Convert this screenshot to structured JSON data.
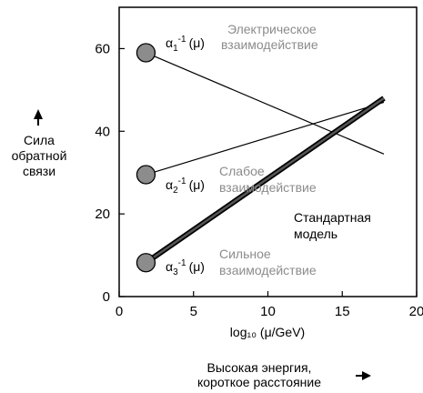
{
  "chart_data": {
    "type": "line",
    "xlabel": "log₁₀ (μ/GeV)",
    "ylabel_lines": [
      "Сила",
      "обратной",
      "связи"
    ],
    "xlim": [
      0,
      20
    ],
    "ylim": [
      0,
      70
    ],
    "x_ticks": [
      0,
      5,
      10,
      15,
      20
    ],
    "y_ticks": [
      0,
      20,
      40,
      60
    ],
    "series": [
      {
        "name": "α₁⁻¹ (μ)",
        "x": [
          1.8,
          17.8
        ],
        "y": [
          59,
          34.5
        ],
        "style": "thin",
        "color": "#000000"
      },
      {
        "name": "α₂⁻¹ (μ)",
        "x": [
          1.8,
          17.8
        ],
        "y": [
          29.5,
          47
        ],
        "style": "thin",
        "color": "#000000"
      },
      {
        "name": "α₃⁻¹ (μ)",
        "x": [
          1.8,
          17.8
        ],
        "y": [
          8.2,
          48
        ],
        "style": "thick",
        "color": "#555555"
      }
    ],
    "annotations": [
      {
        "lines": [
          "Электрическое",
          "взаимодействие"
        ],
        "color": "#8c8c8c"
      },
      {
        "lines": [
          "Слабое",
          "взаимодействие"
        ],
        "color": "#8c8c8c"
      },
      {
        "lines": [
          "Сильное",
          "взаимодействие"
        ],
        "color": "#8c8c8c"
      },
      {
        "lines": [
          "Стандартная",
          "модель"
        ],
        "color": "#000000"
      }
    ],
    "arrow_caption_lines": [
      "Высокая энергия,",
      "короткое расстояние"
    ],
    "marker_color": "#8c8c8c",
    "grid": false
  }
}
